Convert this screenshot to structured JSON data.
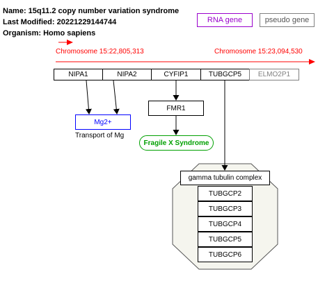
{
  "header": {
    "name_line": "Name: 15q11.2 copy number variation syndrome",
    "modified_line": "Last Modified: 20221229144744",
    "organism_line": "Organism: Homo sapiens"
  },
  "legend": {
    "rna_gene": "RNA gene",
    "pseudo_gene": "pseudo gene"
  },
  "chromosome": {
    "start_label": "Chromosome 15:22,805,313",
    "end_label": "Chromosome 15:23,094,530"
  },
  "genes": [
    "NIPA1",
    "NIPA2",
    "CYFIP1",
    "TUBGCP5",
    "ELMO2P1"
  ],
  "nodes": {
    "mg": "Mg2+",
    "transport": "Transport of Mg",
    "fmr1": "FMR1",
    "fragile_x": "Fragile X Syndrome",
    "complex_title": "gamma tubulin complex",
    "complex_members": [
      "TUBGCP2",
      "TUBGCP3",
      "TUBGCP4",
      "TUBGCP5",
      "TUBGCP6"
    ]
  },
  "colors": {
    "chromosome": "#ff0000",
    "rna_gene": "#9900cc",
    "pseudo_gene": "#808080",
    "metabolite": "#0000ff",
    "disease": "#00a000",
    "complex_fill": "#f5f5ee"
  }
}
